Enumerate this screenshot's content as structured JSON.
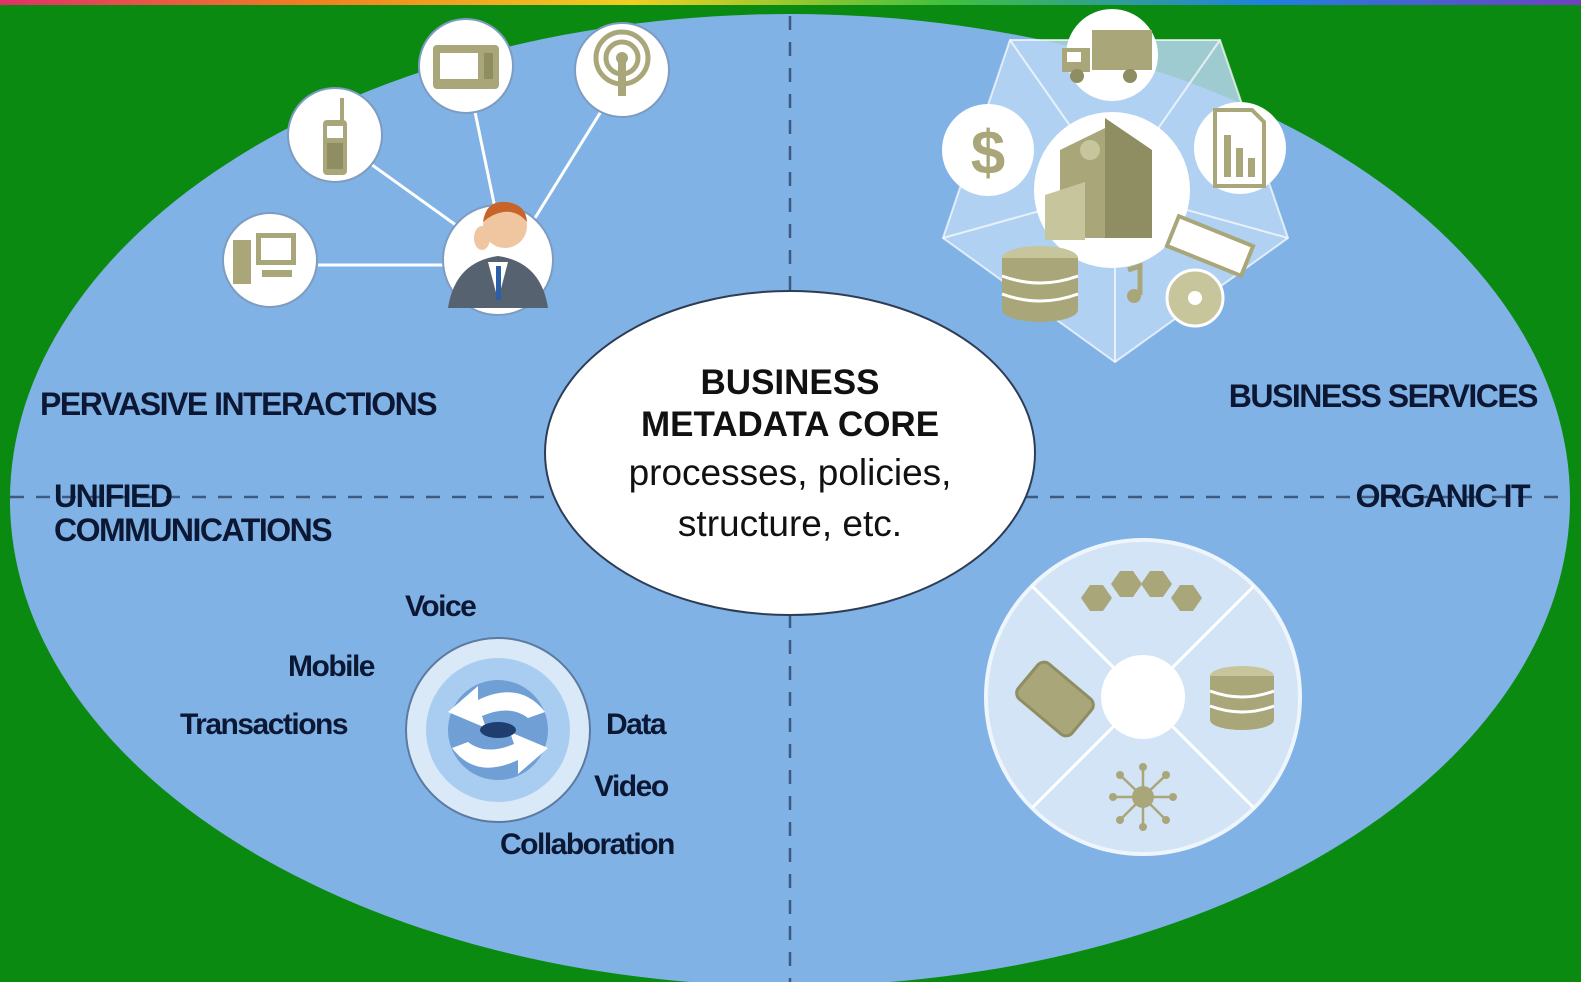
{
  "core": {
    "title_line1": "BUSINESS",
    "title_line2": "METADATA CORE",
    "subtitle_line1": "processes, policies,",
    "subtitle_line2": "structure, etc."
  },
  "quadrants": {
    "top_left": "PERVASIVE INTERACTIONS",
    "top_right": "BUSINESS SERVICES",
    "bottom_left_line1": "UNIFIED",
    "bottom_left_line2": "COMMUNICATIONS",
    "bottom_right": "ORGANIC IT"
  },
  "unified_comm_items": [
    "Voice",
    "Mobile",
    "Transactions",
    "Data",
    "Video",
    "Collaboration"
  ],
  "colors": {
    "background": "#0a8a10",
    "ellipse": "#80b2e6",
    "icon_fill": "#a9a77a",
    "label": "#0c1833"
  }
}
